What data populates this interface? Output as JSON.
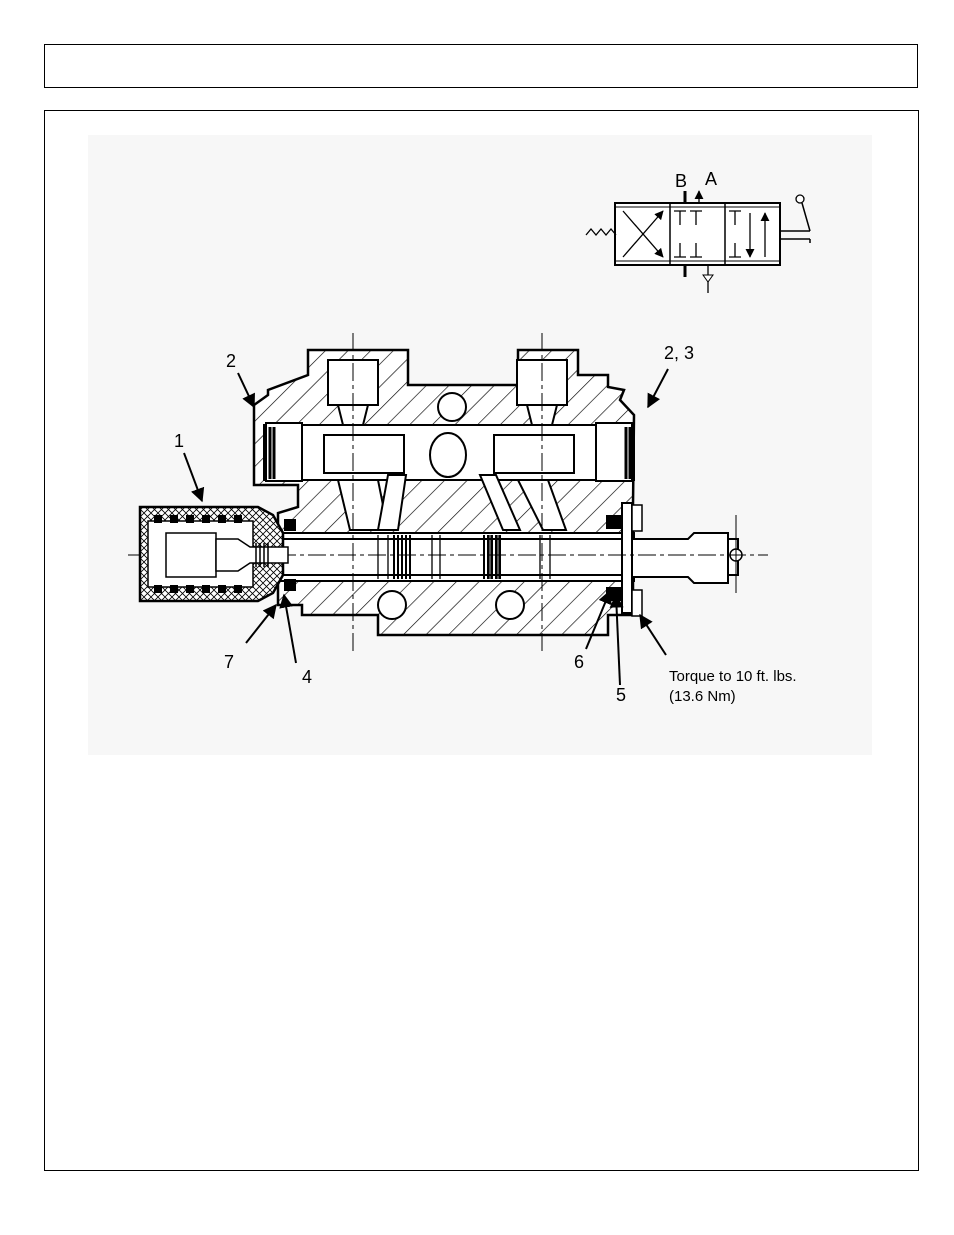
{
  "callouts": {
    "c1": "1",
    "c2": "2",
    "c23": "2, 3",
    "c4": "4",
    "c5": "5",
    "c6": "6",
    "c7": "7"
  },
  "symbol": {
    "port_b": "B",
    "port_a": "A"
  },
  "torque_note": {
    "line1": "Torque to 10 ft. lbs.",
    "line2": "(13.6 Nm)"
  }
}
